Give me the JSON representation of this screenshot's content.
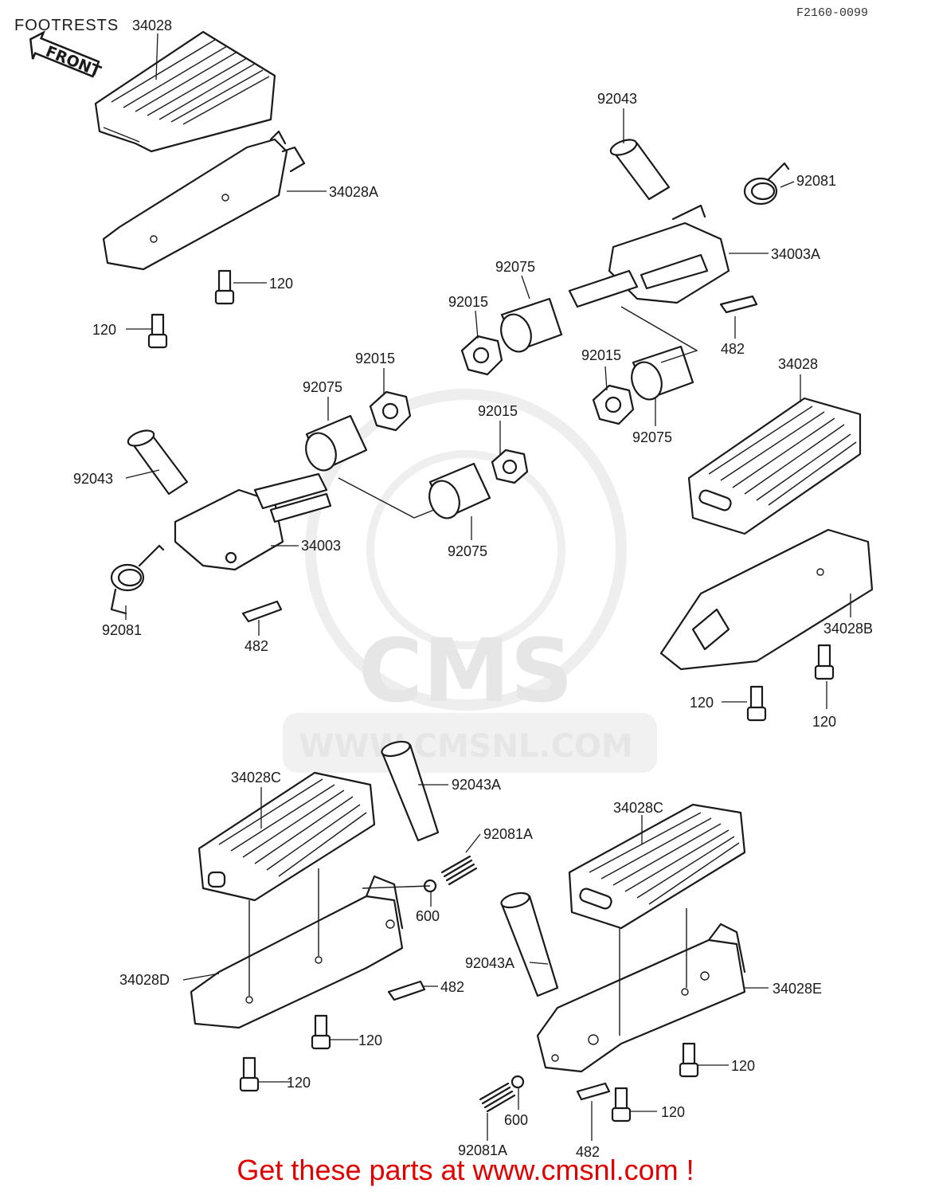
{
  "header": {
    "title": "FOOTRESTS",
    "diagram_code": "F2160-0099"
  },
  "front_arrow": "FRONT",
  "watermark": {
    "brand": "CMS",
    "url": "WWW.CMSNL.COM"
  },
  "callouts": {
    "c1": "34028",
    "c2": "34028A",
    "c3": "120",
    "c4": "120",
    "c5": "92043",
    "c6": "92081",
    "c7": "34003A",
    "c8": "92075",
    "c9": "92015",
    "c10": "482",
    "c11": "92015",
    "c12": "92075",
    "c13": "34028",
    "c14": "92015",
    "c15": "92075",
    "c16": "92043",
    "c17": "92015",
    "c18": "34003",
    "c19": "92075",
    "c20": "92081",
    "c21": "482",
    "c22": "34028B",
    "c23": "120",
    "c24": "120",
    "c25": "34028C",
    "c26": "92043A",
    "c27": "92081A",
    "c28": "600",
    "c29": "34028D",
    "c30": "482",
    "c31": "120",
    "c32": "120",
    "c33": "34028C",
    "c34": "92043A",
    "c35": "34028E",
    "c36": "120",
    "c37": "120",
    "c38": "600",
    "c39": "92081A",
    "c40": "482"
  },
  "footer": {
    "text": "Get these parts at www.cmsnl.com !"
  }
}
